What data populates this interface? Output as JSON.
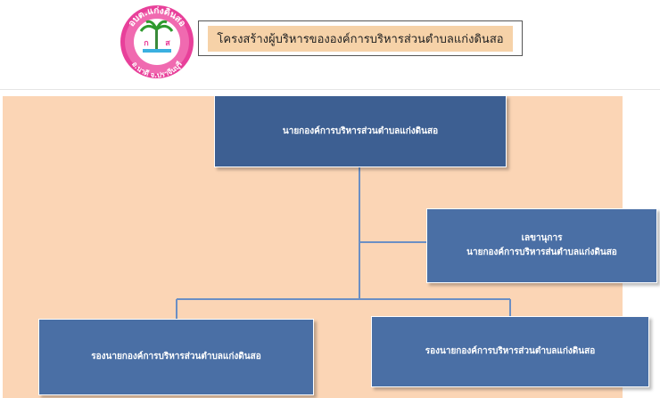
{
  "header": {
    "title": "โครงสร้างผู้บริหารขององค์การบริหารส่วนตำบลแก่งดินสอ",
    "logo": {
      "top_text": "อบต.แก่งดินสอ",
      "initials_left": "ก",
      "initials_right": "ส",
      "bottom_text": "อ.นาดี จ.ปราจีนบุรี",
      "ring_color": "#e8409a"
    }
  },
  "org": {
    "head": "นายกองค์การบริหารส่วนตำบลแก่งดินสอ",
    "secretary_line1": "เลขานุการ",
    "secretary_line2": "นายกองค์การบริหารส่นตำบลแก่งดินสอ",
    "deputy_left": "รองนายกองค์การบริหารส่วนตำบลแก่งดินสอ",
    "deputy_right": "รองนายกองค์การบริหารส่วนตำบลแก่งดินสอ"
  },
  "colors": {
    "panel": "#fbd5b5",
    "box": "#4a6fa5",
    "connector": "#6b8fc4"
  }
}
